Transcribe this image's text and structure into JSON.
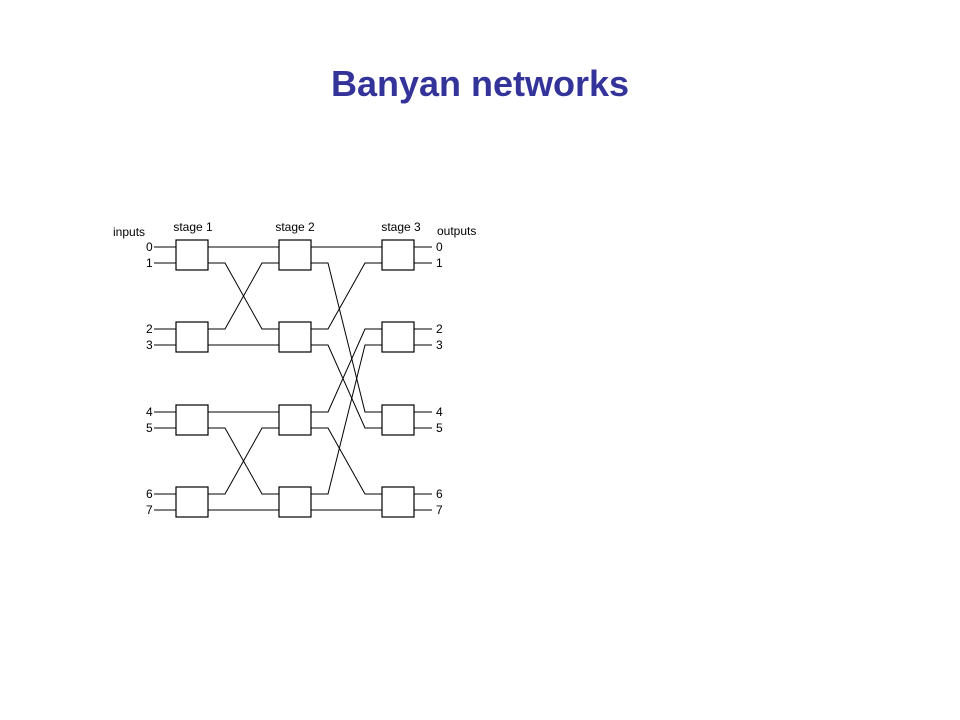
{
  "title": "Banyan networks",
  "diagram": {
    "inputs_label": "inputs",
    "outputs_label": "outputs",
    "stages": [
      "stage 1",
      "stage 2",
      "stage 3"
    ],
    "input_numbers": [
      "0",
      "1",
      "2",
      "3",
      "4",
      "5",
      "6",
      "7"
    ],
    "output_numbers": [
      "0",
      "1",
      "2",
      "3",
      "4",
      "5",
      "6",
      "7"
    ],
    "switches_per_stage": 4,
    "links_stage1_to_stage2": [
      {
        "from": [
          1,
          0
        ],
        "to": [
          1,
          0
        ]
      },
      {
        "from": [
          1,
          1
        ],
        "to": [
          2,
          0
        ]
      },
      {
        "from": [
          2,
          0
        ],
        "to": [
          1,
          1
        ]
      },
      {
        "from": [
          2,
          1
        ],
        "to": [
          2,
          1
        ]
      },
      {
        "from": [
          3,
          0
        ],
        "to": [
          3,
          0
        ]
      },
      {
        "from": [
          3,
          1
        ],
        "to": [
          4,
          0
        ]
      },
      {
        "from": [
          4,
          0
        ],
        "to": [
          3,
          1
        ]
      },
      {
        "from": [
          4,
          1
        ],
        "to": [
          4,
          1
        ]
      }
    ],
    "links_stage2_to_stage3": [
      {
        "from": [
          1,
          0
        ],
        "to": [
          1,
          0
        ]
      },
      {
        "from": [
          1,
          1
        ],
        "to": [
          3,
          0
        ]
      },
      {
        "from": [
          2,
          0
        ],
        "to": [
          1,
          1
        ]
      },
      {
        "from": [
          2,
          1
        ],
        "to": [
          3,
          1
        ]
      },
      {
        "from": [
          3,
          0
        ],
        "to": [
          2,
          0
        ]
      },
      {
        "from": [
          3,
          1
        ],
        "to": [
          4,
          0
        ]
      },
      {
        "from": [
          4,
          0
        ],
        "to": [
          2,
          1
        ]
      },
      {
        "from": [
          4,
          1
        ],
        "to": [
          4,
          1
        ]
      }
    ]
  }
}
